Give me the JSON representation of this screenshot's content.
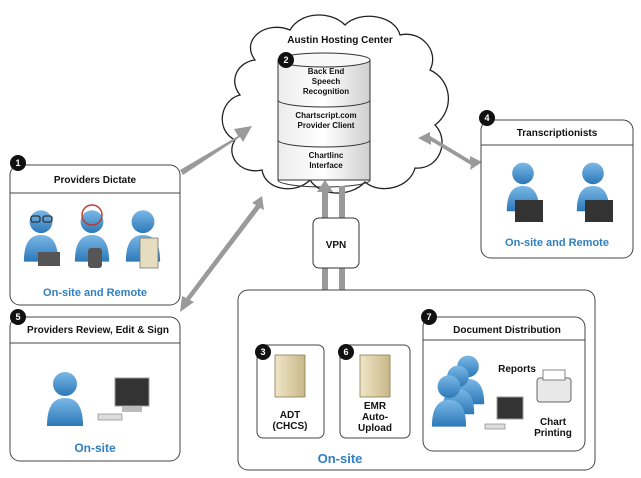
{
  "center": {
    "title": "Austin Hosting Center",
    "badge": "2",
    "layers": [
      {
        "line1": "Back End",
        "line2": "Speech",
        "line3": "Recognition"
      },
      {
        "line1": "Chartscript.com",
        "line2": "Provider Client"
      },
      {
        "line1": "Chartlinc",
        "line2": "Interface"
      }
    ],
    "vpn": "VPN"
  },
  "providers_dictate": {
    "badge": "1",
    "title": "Providers Dictate",
    "location": "On-site and Remote"
  },
  "transcriptionists": {
    "badge": "4",
    "title": "Transcriptionists",
    "location": "On-site and Remote"
  },
  "providers_review": {
    "badge": "5",
    "title": "Providers Review, Edit & Sign",
    "location": "On-site"
  },
  "onsite": {
    "label": "On-site",
    "adt": {
      "badge": "3",
      "line1": "ADT",
      "line2": "(CHCS)"
    },
    "emr": {
      "badge": "6",
      "line1": "EMR",
      "line2": "Auto-",
      "line3": "Upload"
    },
    "distribution": {
      "badge": "7",
      "title": "Document Distribution",
      "reports": "Reports",
      "chart1": "Chart",
      "chart2": "Printing"
    }
  },
  "colors": {
    "accent": "#2f7fc1",
    "person": "#4f9bd6",
    "arrow": "#9a9a9a"
  }
}
